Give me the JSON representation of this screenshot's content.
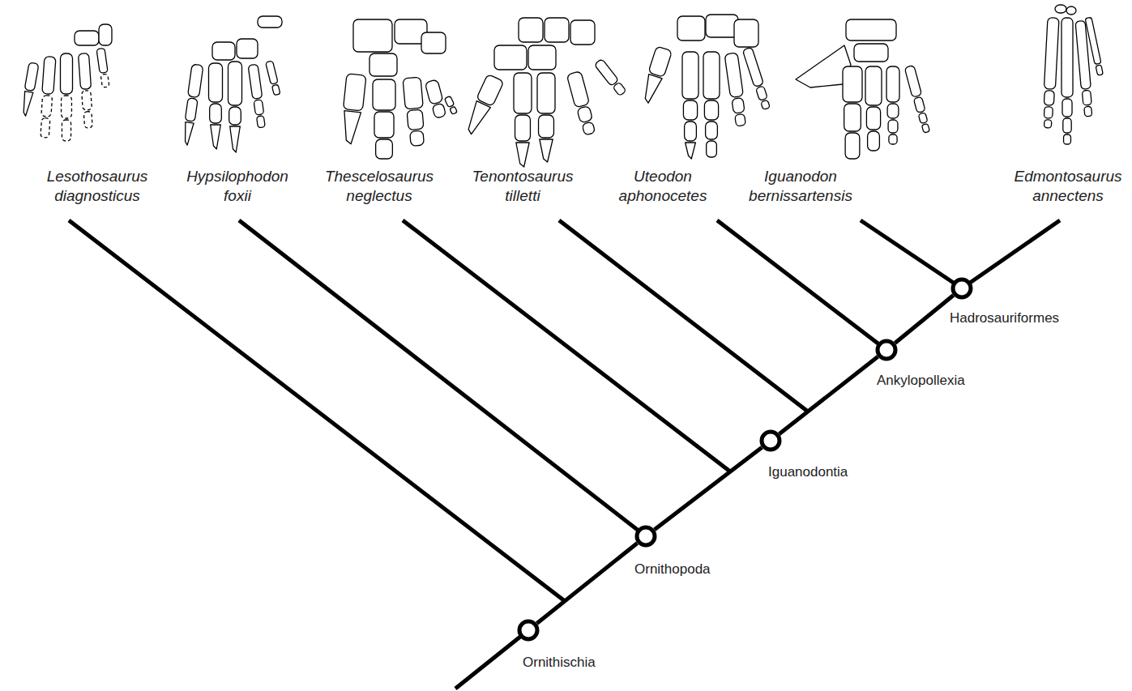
{
  "diagram": {
    "nodes": [
      {
        "text": [
          "Hadrosauriformes"
        ]
      },
      {
        "text": [
          "Ankylopollexia"
        ]
      },
      {
        "text": [
          "Iguanodontia"
        ]
      },
      {
        "text": [
          "Ornithopoda"
        ]
      },
      {
        "text": [
          "Ornithischia"
        ]
      }
    ],
    "edges": [
      {
        "from": 0,
        "to": 1,
        "arrow": "none"
      },
      {
        "from": 1,
        "to": 2,
        "arrow": "none"
      },
      {
        "from": 2,
        "to": 3,
        "arrow": "none"
      },
      {
        "from": 3,
        "to": 4,
        "arrow": "none"
      }
    ],
    "labels": [
      "Lesothosaurus diagnosticus",
      "Hypsilophodon foxii",
      "Thescelosaurus neglectus",
      "Tenontosaurus tilletti",
      "Uteodon aphonocetes",
      "Iguanodon bernissartensis",
      "Edmontosaurus annectens"
    ]
  }
}
